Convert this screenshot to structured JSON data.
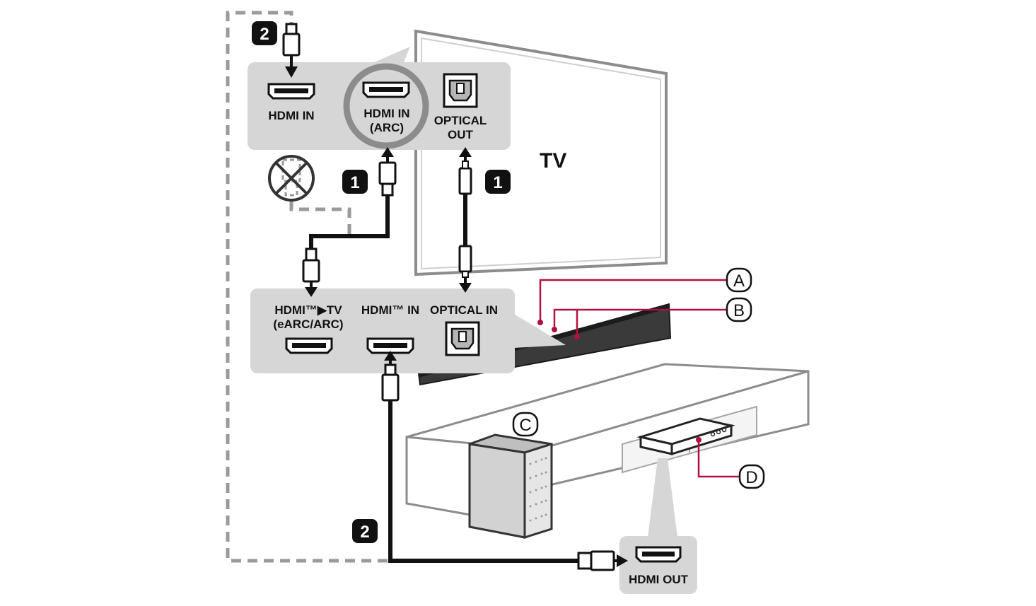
{
  "tv": {
    "label": "TV",
    "ports": {
      "hdmi_in": "HDMI IN",
      "hdmi_in_arc_line1": "HDMI IN",
      "hdmi_in_arc_line2": "(ARC)",
      "optical_out_line1": "OPTICAL",
      "optical_out_line2": "OUT"
    }
  },
  "soundbar": {
    "ports": {
      "hdmi_tv_line1": "HDMI™▶TV",
      "hdmi_tv_line2": "(eARC/ARC)",
      "hdmi_in": "HDMI™ IN",
      "optical_in": "OPTICAL IN"
    }
  },
  "source_device": {
    "ports": {
      "hdmi_out": "HDMI OUT"
    }
  },
  "steps": [
    "1",
    "1",
    "2",
    "2"
  ],
  "callouts": [
    "A",
    "B",
    "C",
    "D"
  ],
  "colors": {
    "panel": "#d6d6d6",
    "cable": "#111111",
    "dashed_cable": "#9a9a9a",
    "callout_line": "#b5103c",
    "furniture_outline": "#8c8c8c"
  }
}
